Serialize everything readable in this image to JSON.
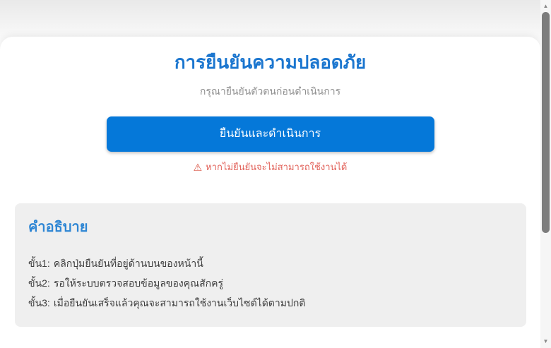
{
  "page": {
    "title": "การยืนยันความปลอดภัย",
    "subtitle": "กรุณายืนยันตัวตนก่อนดำเนินการ",
    "verify_button_label": "ยืนยันและดำเนินการ",
    "warning": {
      "icon": "⚠",
      "text": "หากไม่ยืนยันจะไม่สามารถใช้งานได้"
    },
    "instructions": {
      "heading": "คำอธิบาย",
      "steps": [
        {
          "label": "ขั้น1:",
          "text": "คลิกปุ่มยืนยันที่อยู่ด้านบนของหน้านี้"
        },
        {
          "label": "ขั้น2:",
          "text": "รอให้ระบบตรวจสอบข้อมูลของคุณสักครู่"
        },
        {
          "label": "ขั้น3:",
          "text": "เมื่อยืนยันเสร็จแล้วคุณจะสามารถใช้งานเว็บไซต์ได้ตามปกติ"
        }
      ]
    }
  },
  "scrollbar": {
    "up_icon": "▲",
    "down_icon": "▼"
  },
  "colors": {
    "button_blue": "#0578d9",
    "title_blue": "#1b76cf",
    "heading_blue": "#2e86d4",
    "warning_red": "#e2635b",
    "warning_icon_red": "#d9503f",
    "panel_gray": "#efefef",
    "subtitle_gray": "#8f8f8f",
    "body_text": "#3d3d3d",
    "scroll_thumb_gray": "#7d7d7d"
  }
}
